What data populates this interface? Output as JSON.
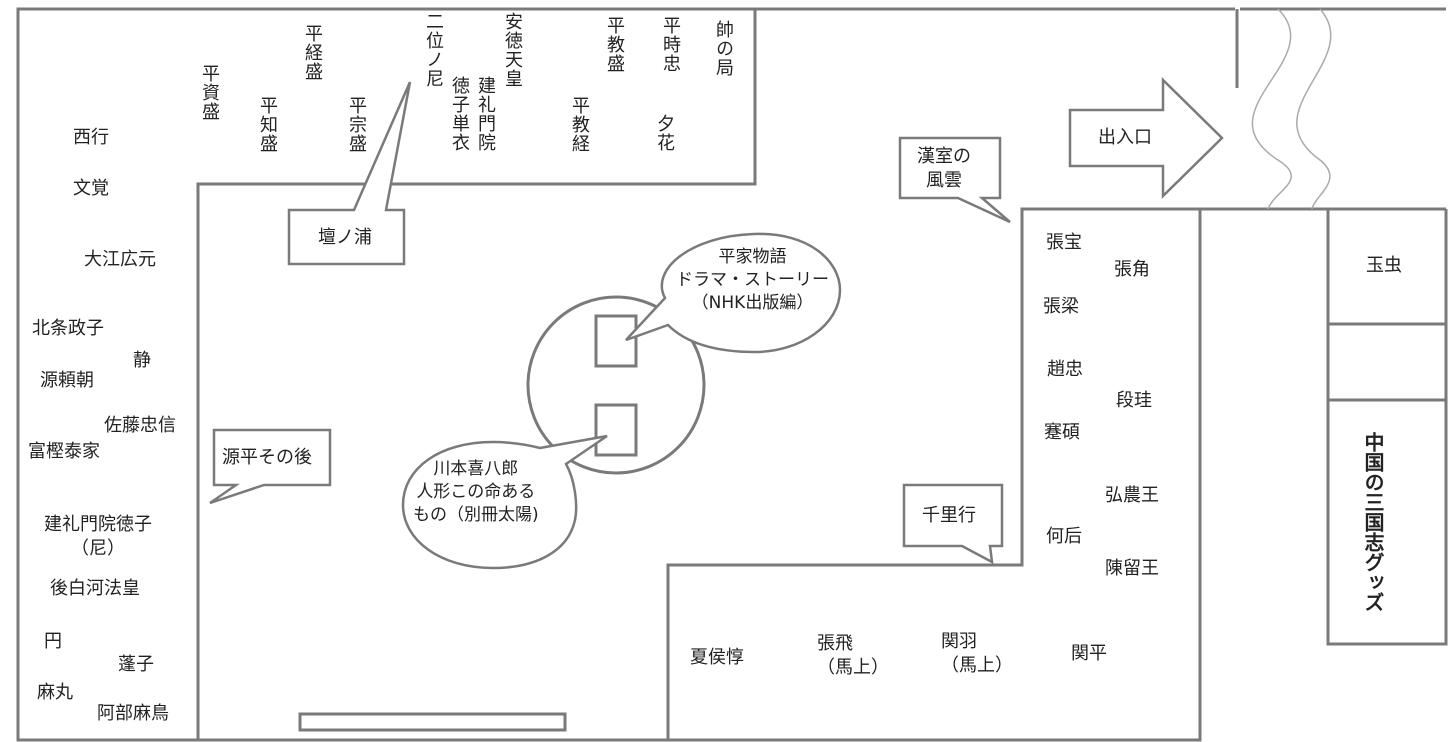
{
  "labels": {
    "saigyo": "西行",
    "bunkaku": "文覚",
    "oe_hiromoto": "大江広元",
    "hojo_masako": "北条政子",
    "shizuka": "静",
    "minamoto_yoritomo": "源頼朝",
    "sato_tadanobu": "佐藤忠信",
    "togashi_yasuie": "富樫泰家",
    "kenreimonin_tokuko_nun": "建礼門院徳子\n（尼）",
    "goshirakawa": "後白河法皇",
    "en": "円",
    "yomogiko": "蓬子",
    "maro": "麻丸",
    "abe_maro": "阿部麻鳥",
    "taira_sukemori": "平資盛",
    "taira_tomomori": "平知盛",
    "taira_tsunemori": "平経盛",
    "taira_munemori": "平宗盛",
    "nii_no_ama": "二位ノ尼",
    "kenreimonin": "建礼門院",
    "tokuko_hitoe": "徳子単衣",
    "antoku": "安徳天皇",
    "taira_norimori": "平教盛",
    "taira_norimori_ref": "平教経",
    "taira_tokitada": "平時忠",
    "yugao": "夕花",
    "sotsu_no_tsubone": "帥の局",
    "zhang_bao": "張宝",
    "zhang_jiao": "張角",
    "zhang_liang": "張梁",
    "zhao_zhong": "趙忠",
    "duan_gui": "段珪",
    "jian_shuo": "蹇碩",
    "hongnong_wang": "弘農王",
    "he_hou": "何后",
    "chenliu_wang": "陳留王",
    "xiahou_dun": "夏侯惇",
    "zhang_fei": "張飛\n（馬上）",
    "guan_yu": "関羽\n（馬上）",
    "guan_ping": "関平",
    "tamamushi": "玉虫"
  },
  "callouts": {
    "dannoura": "壇ノ浦",
    "genpei_after": "源平その後",
    "heike_book": "平家物語\nドラマ・ストーリー\n（NHK出版編）",
    "kawamoto_book": "川本喜八郎\n人形この命ある\nもの（別冊太陽)",
    "kanshitsu": "漢室の\n風雲",
    "senri": "千里行"
  },
  "exit_label": "出入口",
  "goods_label": "中国の三国志グッズ",
  "colors": {
    "line": "#777777",
    "text": "#222222"
  }
}
